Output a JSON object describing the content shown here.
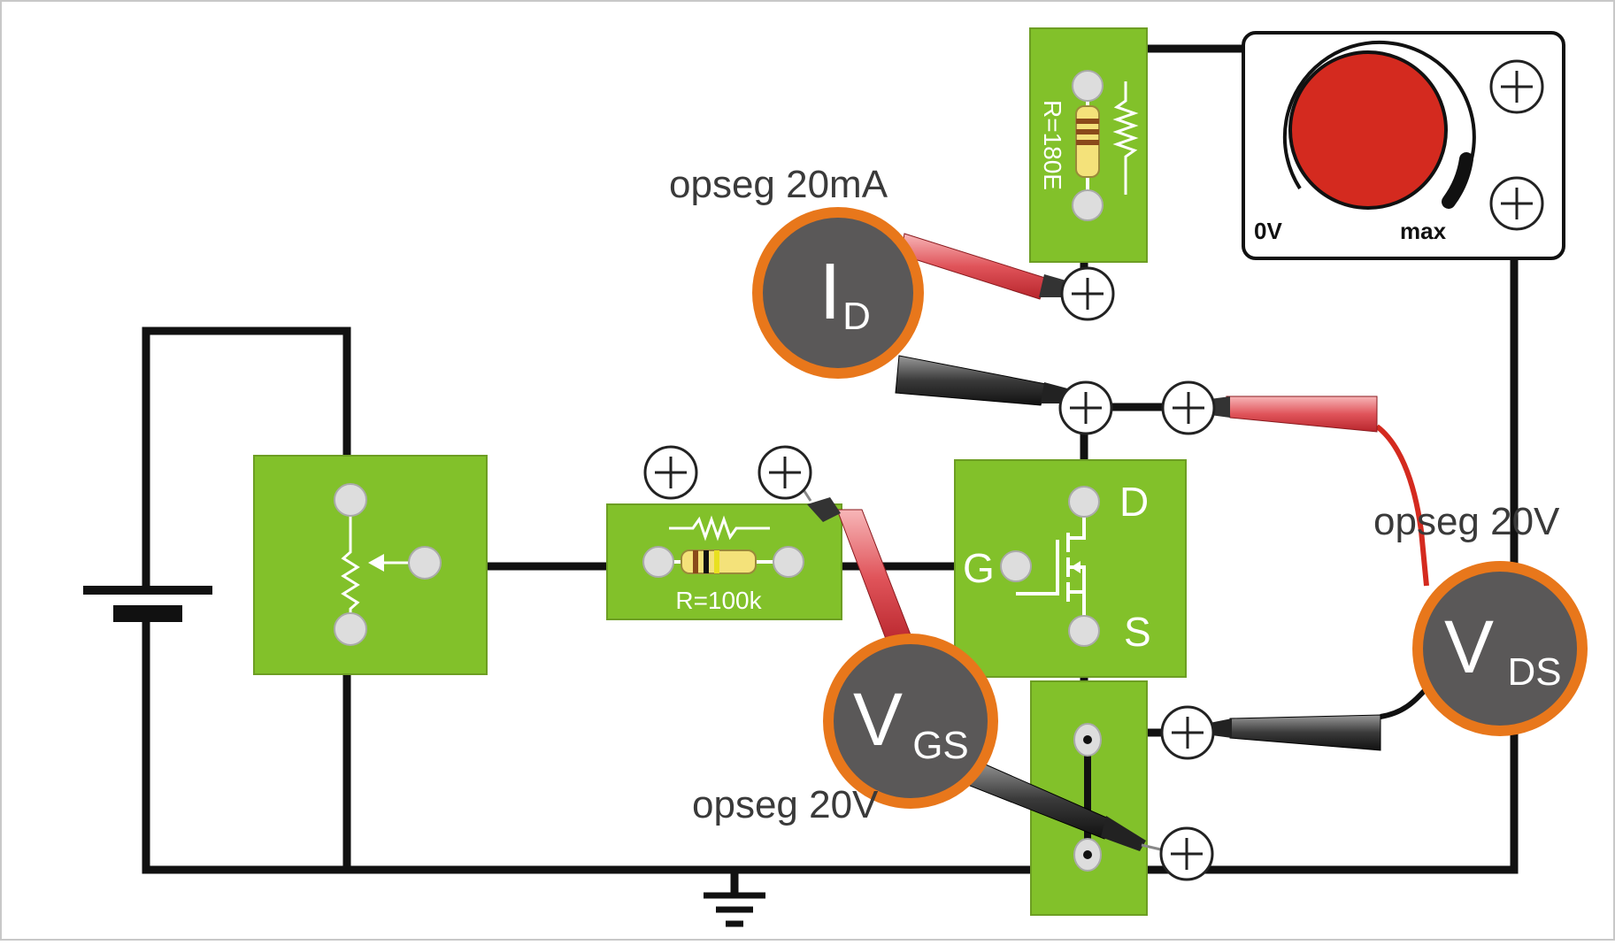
{
  "labels": {
    "ammeter_range": "opseg 20mA",
    "vds_range": "opseg 20V",
    "vgs_range": "opseg 20V"
  },
  "meters": {
    "id": {
      "main": "I",
      "sub": "D"
    },
    "vgs": {
      "main": "V",
      "sub": "GS"
    },
    "vds": {
      "main": "V",
      "sub": "DS"
    }
  },
  "resistors": {
    "r_drain": "R=180E",
    "r_gate": "R=100k"
  },
  "mosfet": {
    "drain": "D",
    "gate": "G",
    "source": "S"
  },
  "supply": {
    "min_label": "0V",
    "max_label": "max"
  },
  "colors": {
    "board": "#82c12a",
    "meter_ring": "#e8771b",
    "meter_face": "#5a5858",
    "knob": "#d42a1f",
    "probe_red": "#e0545a",
    "probe_black": "#333333",
    "wire": "#111111"
  }
}
